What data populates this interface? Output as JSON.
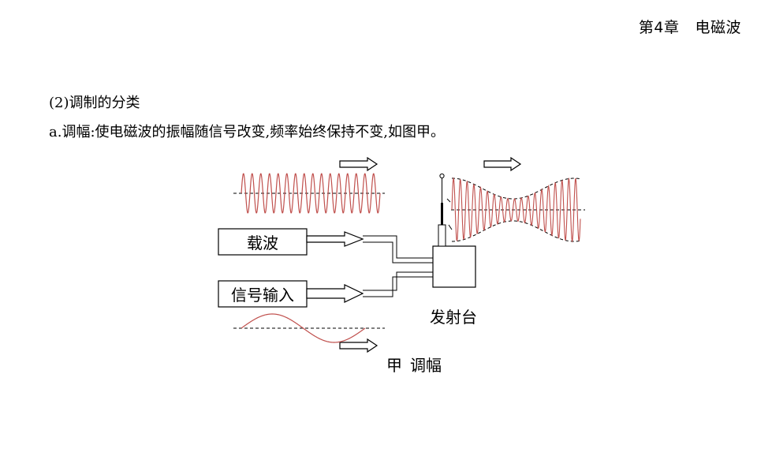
{
  "header": {
    "chapter": "第4章",
    "title": "电磁波"
  },
  "text": {
    "line1": "(2)调制的分类",
    "line2": "a.调幅:使电磁波的振幅随信号改变,频率始终保持不变,如图甲。"
  },
  "diagram": {
    "carrier_box_label": "载波",
    "signal_box_label": "信号输入",
    "transmitter_label": "发射台",
    "caption_figure": "甲",
    "caption_name": "调幅",
    "colors": {
      "wave": "#c0504d",
      "line": "#000000"
    }
  }
}
